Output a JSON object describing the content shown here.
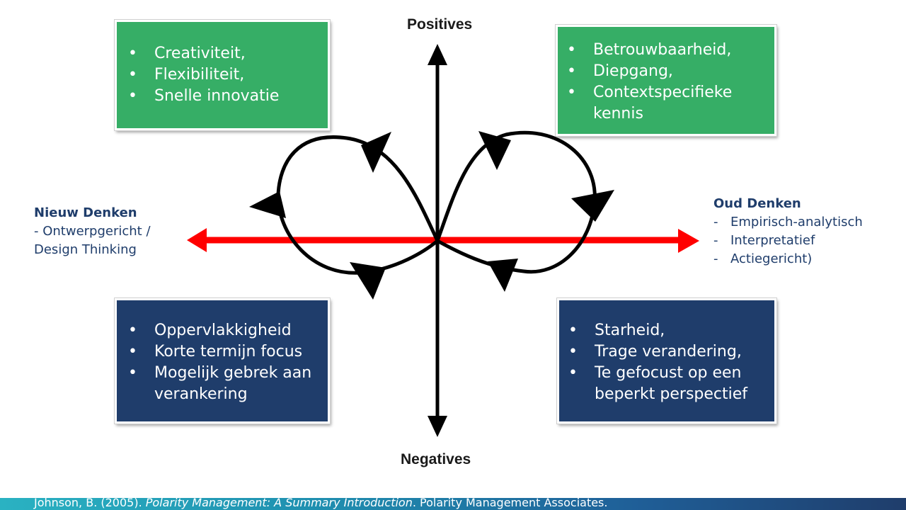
{
  "axis": {
    "top": "Positives",
    "bottom": "Negatives"
  },
  "left_pole": {
    "title": "Nieuw Denken",
    "line1": "- Ontwerpgericht /",
    "line2": "Design Thinking"
  },
  "right_pole": {
    "title": "Oud Denken",
    "items": [
      "Empirisch-analytisch",
      "Interpretatief",
      "Actiegericht)"
    ]
  },
  "quadrants": {
    "top_left": [
      "Creativiteit,",
      "Flexibiliteit,",
      "Snelle innovatie"
    ],
    "top_right": [
      "Betrouwbaarheid,",
      "Diepgang,",
      "Contextspecifieke kennis"
    ],
    "bottom_left": [
      "Oppervlakkigheid",
      "Korte termijn focus",
      "Mogelijk gebrek aan verankering"
    ],
    "bottom_right": [
      "Starheid,",
      "Trage verandering,",
      "Te gefocust op een beperkt perspectief"
    ]
  },
  "citation": {
    "authors": "Johnson, B. (2005).",
    "title": "Polarity Management: A Summary Introduction",
    "publisher": ". Polarity Management Associates."
  },
  "colors": {
    "positive_box": "#36ae66",
    "negative_box": "#1f3d6b",
    "horizontal_axis": "#ff0000",
    "vertical_axis": "#000000",
    "text_accent": "#1f3d6b"
  }
}
